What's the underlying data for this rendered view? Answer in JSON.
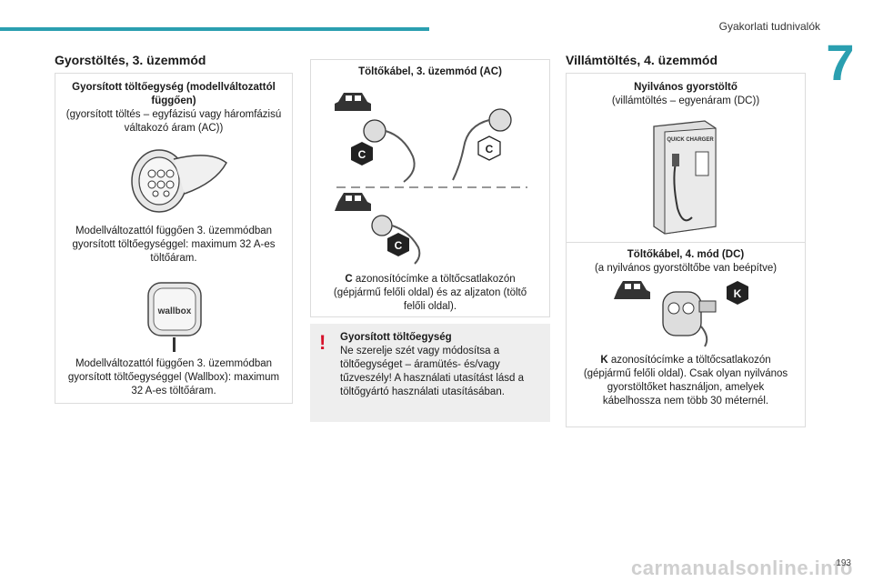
{
  "header": {
    "section_label": "Gyakorlati tudnivalók",
    "chapter_number": "7"
  },
  "colors": {
    "accent": "#2a9fb0",
    "warning": "#d6112a",
    "note_bg": "#eeeeee"
  },
  "left": {
    "heading": "Gyorstöltés, 3. üzemmód",
    "card_title": "Gyorsított töltőegység (modellváltozattól függően)",
    "card_subtitle": "(gyorsított töltés – egyfázisú vagy háromfázisú váltakozó áram (AC))",
    "socket_caption": "Modellváltozattól függően 3. üzemmódban gyorsított töltőegységgel: maximum 32 A-es töltőáram.",
    "wallbox_logo": "wallbox",
    "wallbox_caption": "Modellváltozattól függően 3. üzemmódban gyorsított töltőegységgel (Wallbox): maximum 32 A-es töltőáram."
  },
  "middle": {
    "card_title": "Töltőkábel, 3. üzemmód (AC)",
    "label_c": "C",
    "caption_lead": "C",
    "caption_rest": " azonosítócímke a töltőcsatlakozón (gépjármű felőli oldal) és az aljzaton (töltő felőli oldal).",
    "note_title": "Gyorsított töltőegység",
    "note_body": "Ne szerelje szét vagy módosítsa a töltőegységet – áramütés- és/vagy tűzveszély! A használati utasítást lásd a töltőgyártó használati utasításában."
  },
  "right": {
    "heading": "Villámtöltés, 4. üzemmód",
    "card1_title": "Nyilvános gyorstöltő",
    "card1_subtitle": "(villámtöltés – egyenáram (DC))",
    "charger_label": "QUICK CHARGER",
    "card2_title": "Töltőkábel, 4. mód (DC)",
    "card2_subtitle": "(a nyilvános gyorstöltőbe van beépítve)",
    "label_k": "K",
    "caption_lead": "K",
    "caption_rest": " azonosítócímke a töltőcsatlakozón (gépjármű felőli oldal). Csak olyan nyilvános gyorstöltőket használjon, amelyek kábelhossza nem több 30 méternél."
  },
  "footer": {
    "page_number": "193",
    "watermark": "carmanualsonline.info"
  }
}
